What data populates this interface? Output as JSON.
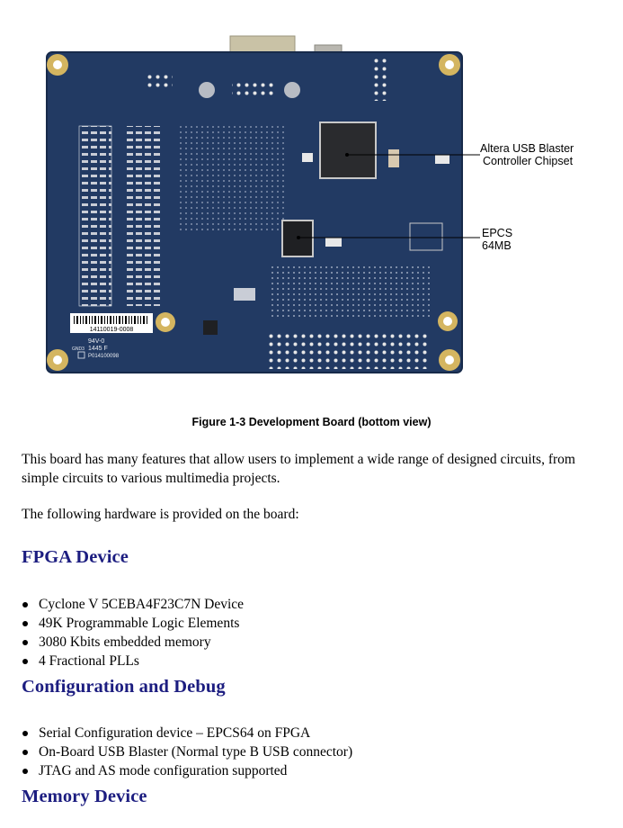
{
  "figure": {
    "callouts": {
      "usb_blaster_line1": "Altera USB Blaster",
      "usb_blaster_line2": "Controller Chipset",
      "epcs_line1": "EPCS",
      "epcs_line2": "64MB"
    },
    "board_text": {
      "barcode_number": "14110019-0008",
      "marking_1": "94V-0",
      "marking_2": "1445 F",
      "marking_3": "P014100098",
      "marking_4": "GND3"
    },
    "caption": "Figure 1-3 Development Board (bottom view)",
    "colors": {
      "pcb": "#223a63",
      "gold": "#d4b560",
      "callout_line": "#000000"
    }
  },
  "intro_paragraphs": [
    "This board has many features that allow users to implement a wide range of designed circuits, from simple circuits to various multimedia projects.",
    "The following hardware is provided on the board:"
  ],
  "sections": [
    {
      "heading": "FPGA Device",
      "items": [
        "Cyclone V 5CEBA4F23C7N Device",
        "49K Programmable Logic Elements",
        "3080 Kbits embedded memory",
        "4 Fractional PLLs"
      ]
    },
    {
      "heading": "Configuration and Debug",
      "items": [
        "Serial Configuration device – EPCS64 on FPGA",
        "On-Board USB Blaster (Normal type B USB connector)",
        "JTAG and AS mode configuration supported"
      ]
    },
    {
      "heading": "Memory Device",
      "items": []
    }
  ],
  "theme": {
    "heading_color": "#1c1d80"
  }
}
